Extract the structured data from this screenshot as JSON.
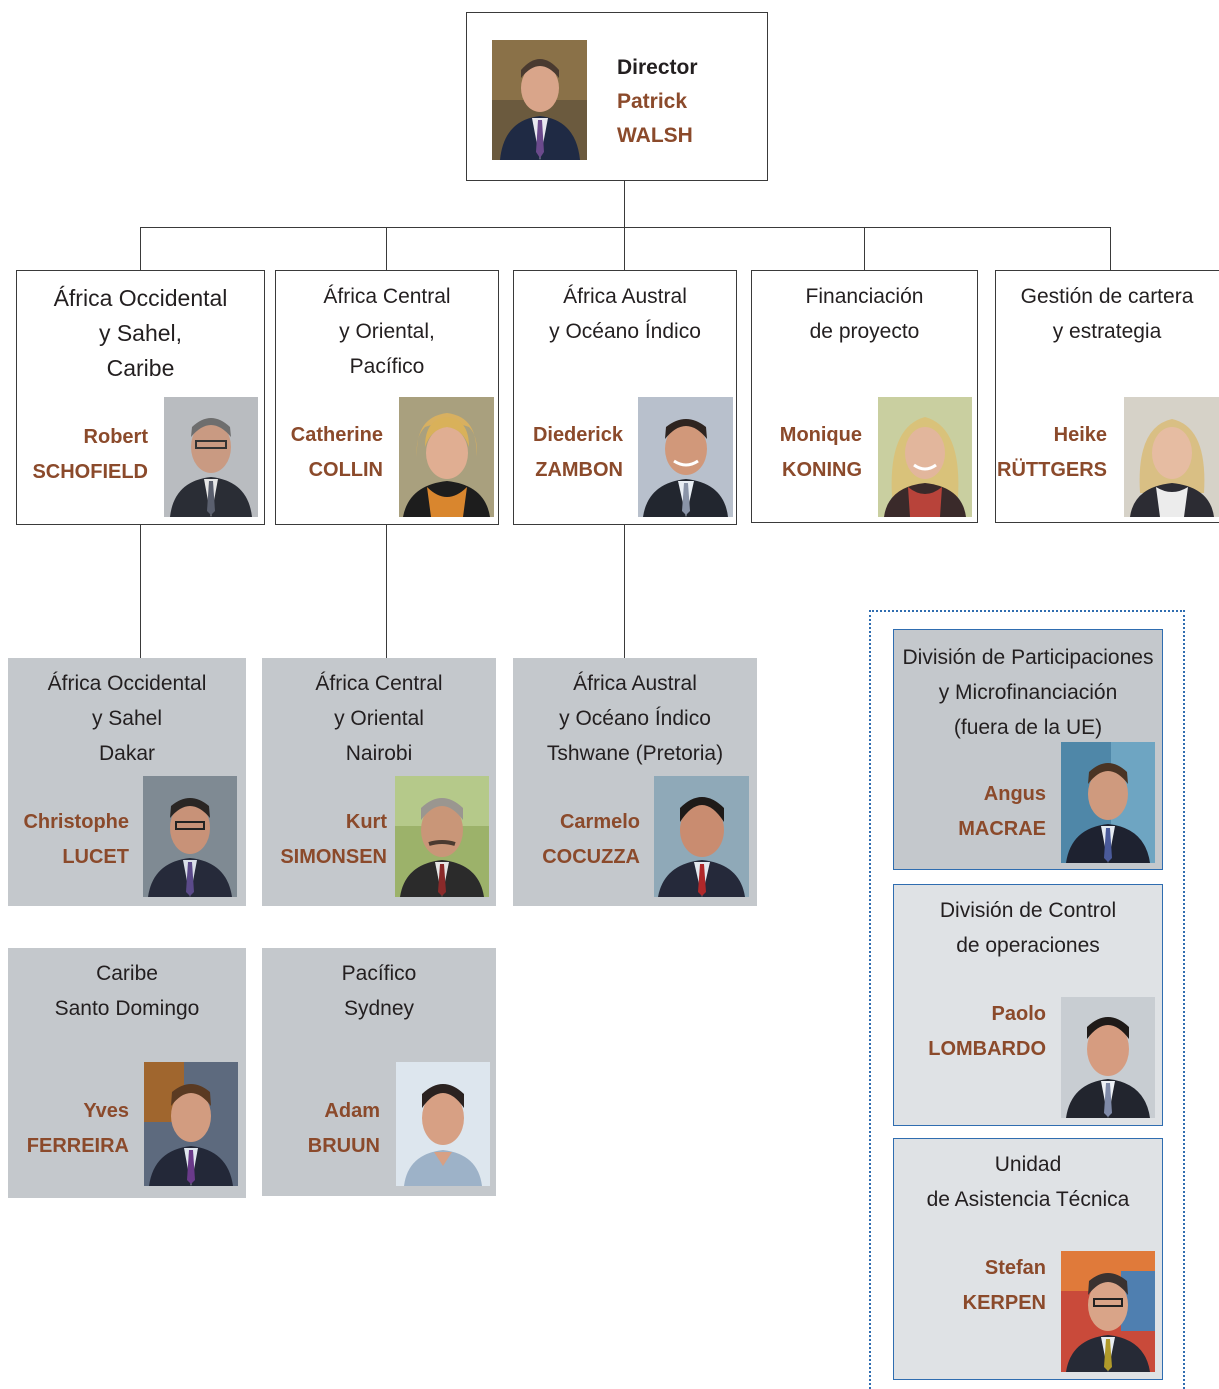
{
  "colors": {
    "name": "#8b4a2b",
    "line": "#3a3a3a",
    "grey_box": "#c4c8cc",
    "light_box": "#dfe2e5",
    "blue_border": "#2f6db0"
  },
  "director": {
    "role": "Director",
    "first": "Patrick",
    "last": "WALSH"
  },
  "departments": [
    {
      "lines": [
        "África Occidental",
        "y Sahel,",
        "Caribe"
      ],
      "first": "Robert",
      "last": "SCHOFIELD"
    },
    {
      "lines": [
        "África Central",
        "y Oriental,",
        "Pacífico"
      ],
      "first": "Catherine",
      "last": "COLLIN"
    },
    {
      "lines": [
        "África Austral",
        "y Océano Índico"
      ],
      "first": "Diederick",
      "last": "ZAMBON"
    },
    {
      "lines": [
        "Financiación",
        "de proyecto"
      ],
      "first": "Monique",
      "last": "KONING"
    },
    {
      "lines": [
        "Gestión de cartera",
        "y estrategia"
      ],
      "first": "Heike",
      "last": "RÜTTGERS"
    }
  ],
  "offices": [
    {
      "lines": [
        "África Occidental",
        "y Sahel",
        "Dakar"
      ],
      "first": "Christophe",
      "last": "LUCET"
    },
    {
      "lines": [
        "África Central",
        "y Oriental",
        "Nairobi"
      ],
      "first": "Kurt",
      "last": "SIMONSEN"
    },
    {
      "lines": [
        "África Austral",
        "y Océano Índico",
        "Tshwane (Pretoria)"
      ],
      "first": "Carmelo",
      "last": "COCUZZA"
    },
    {
      "lines": [
        "Caribe",
        "Santo Domingo"
      ],
      "first": "Yves",
      "last": "FERREIRA"
    },
    {
      "lines": [
        "Pacífico",
        "Sydney"
      ],
      "first": "Adam",
      "last": "BRUUN"
    }
  ],
  "divisions": [
    {
      "lines": [
        "División de Participaciones",
        "y Microfinanciación",
        "(fuera de la UE)"
      ],
      "first": "Angus",
      "last": "MACRAE"
    },
    {
      "lines": [
        "División de Control",
        "de operaciones"
      ],
      "first": "Paolo",
      "last": "LOMBARDO"
    },
    {
      "lines": [
        "Unidad",
        "de Asistencia Técnica"
      ],
      "first": "Stefan",
      "last": "KERPEN"
    }
  ]
}
